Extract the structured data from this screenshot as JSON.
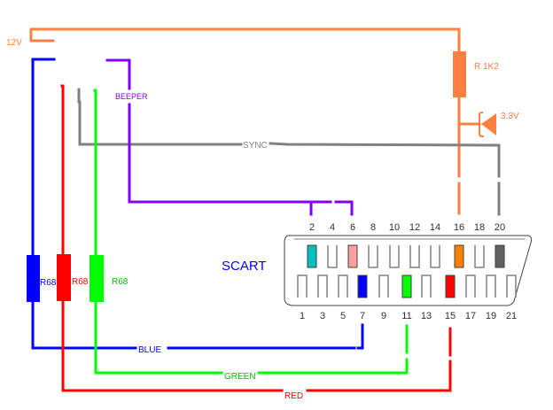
{
  "diagram": {
    "title": "SCART wiring schematic",
    "connector_label": "SCART",
    "colors": {
      "power": "#ff8040",
      "beeper": "#8000ff",
      "sync": "#808080",
      "blue": "#0000ff",
      "red": "#ff0000",
      "green": "#00ff00",
      "pin_outline": "#606060"
    },
    "labels": {
      "supply": "12V",
      "resistor_pullup": "R 1K2",
      "zener": "3.3V",
      "beeper": "BEEPER",
      "sync": "SYNC",
      "r_blue": "R68",
      "r_red": "R68",
      "r_green": "R68",
      "wire_blue": "BLUE",
      "wire_green": "GREEN",
      "wire_red": "RED"
    },
    "top_pins": [
      "2",
      "4",
      "6",
      "8",
      "10",
      "12",
      "14",
      "16",
      "18",
      "20"
    ],
    "bottom_pins": [
      "1",
      "3",
      "5",
      "7",
      "9",
      "11",
      "13",
      "15",
      "17",
      "19",
      "21"
    ],
    "top_pin_fills": [
      "#00c0c0",
      "",
      "#ffa0a0",
      "",
      "",
      "",
      "",
      "#ff8000",
      "",
      "#606060"
    ],
    "bottom_pin_fills": [
      "",
      "",
      "",
      "#0000ff",
      "",
      "#00ff00",
      "",
      "#ff0000",
      "",
      "",
      ""
    ],
    "connections": [
      {
        "signal": "BEEPER",
        "pins": [
          "2",
          "6"
        ]
      },
      {
        "signal": "12V via R 1K2 / 3.3V zener",
        "pins": [
          "16"
        ]
      },
      {
        "signal": "SYNC",
        "pins": [
          "20"
        ]
      },
      {
        "signal": "BLUE via R68",
        "pins": [
          "7"
        ]
      },
      {
        "signal": "GREEN via R68",
        "pins": [
          "11"
        ]
      },
      {
        "signal": "RED via R68",
        "pins": [
          "15"
        ]
      }
    ]
  }
}
